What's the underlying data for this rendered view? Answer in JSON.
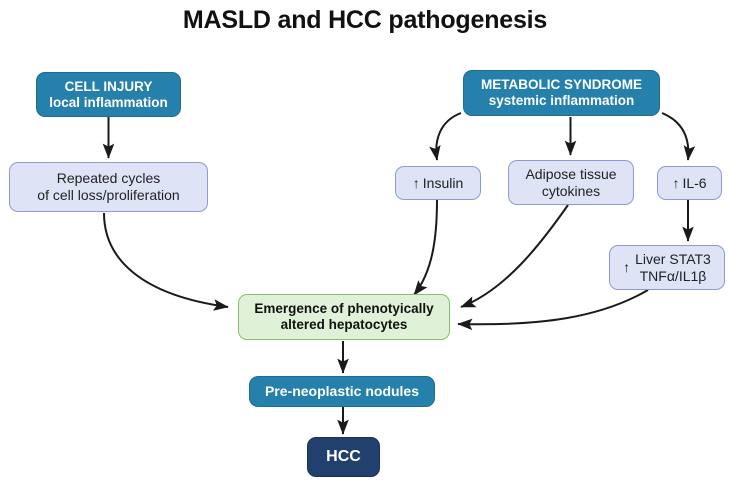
{
  "title": "MASLD and HCC pathogenesis",
  "colors": {
    "teal": "#2580ab",
    "navy": "#22406e",
    "lavender": "#dfe3f6",
    "lavender_border": "#8f9ad2",
    "green": "#dff2d8",
    "green_border": "#86c06a",
    "text_dark": "#111111",
    "text_light": "#ffffff",
    "arrow": "#1a1a1a",
    "background": "#ffffff"
  },
  "nodes": {
    "cell_injury": {
      "line1": "CELL INJURY",
      "line2": "local inflammation"
    },
    "repeated_cycles": {
      "line1": "Repeated cycles",
      "line2": "of cell loss/proliferation"
    },
    "metabolic_syndrome": {
      "line1": "METABOLIC SYNDROME",
      "line2": "systemic inflammation"
    },
    "insulin": {
      "arrow": "↑",
      "label": "Insulin"
    },
    "adipose": {
      "line1": "Adipose tissue",
      "line2": "cytokines"
    },
    "il6": {
      "arrow": "↑",
      "label": "IL-6"
    },
    "liver_stat3": {
      "arrow": "↑",
      "line1": "Liver STAT3",
      "line2": "TNFα/IL1β"
    },
    "hepatocytes": {
      "line1": "Emergence of phenotyically",
      "line2": "altered hepatocytes"
    },
    "preneoplastic": {
      "label": "Pre-neoplastic nodules"
    },
    "hcc": {
      "label": "HCC"
    }
  },
  "edges": [
    {
      "id": "cell-injury-to-repeated-cycles",
      "type": "straight"
    },
    {
      "id": "repeated-cycles-to-hepatocytes",
      "type": "curved"
    },
    {
      "id": "metabolic-syndrome-to-insulin",
      "type": "curved"
    },
    {
      "id": "metabolic-syndrome-to-adipose",
      "type": "straight"
    },
    {
      "id": "metabolic-syndrome-to-il6",
      "type": "curved"
    },
    {
      "id": "insulin-to-hepatocytes",
      "type": "curved"
    },
    {
      "id": "adipose-to-hepatocytes",
      "type": "curved"
    },
    {
      "id": "il6-to-liver-stat3",
      "type": "straight"
    },
    {
      "id": "liver-stat3-to-hepatocytes",
      "type": "curved"
    },
    {
      "id": "hepatocytes-to-preneoplastic",
      "type": "straight"
    },
    {
      "id": "preneoplastic-to-hcc",
      "type": "straight"
    }
  ]
}
